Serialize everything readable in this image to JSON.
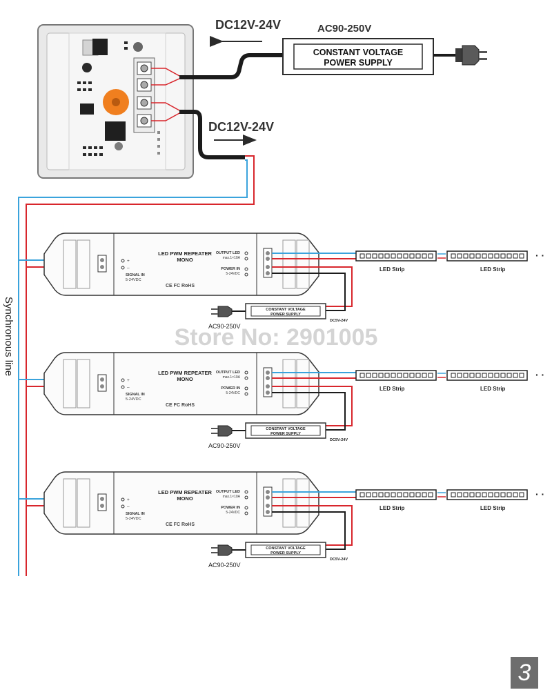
{
  "top": {
    "dc_label_top": "DC12V-24V",
    "ac_label": "AC90-250V",
    "dc_label_bottom": "DC12V-24V",
    "power_supply_line1": "CONSTANT VOLTAGE",
    "power_supply_line2": "POWER SUPPLY"
  },
  "side_label": "Synchronous line",
  "watermark": "Store No: 2901005",
  "page_number": "3",
  "repeater": {
    "title_line1": "LED PWM REPEATER",
    "title_line2": "MONO",
    "output_label": "OUTPUT LED",
    "output_rating": "max.1×10A",
    "power_in_label": "POWER IN",
    "power_in_range": "5-24VDC",
    "signal_label": "SIGNAL IN",
    "signal_range": "5-24VDC",
    "certs": "CE FC RoHS",
    "plus": "+",
    "minus": "–"
  },
  "psu_small": {
    "line1": "CONSTANT VOLTAGE",
    "line2": "POWER SUPPLY",
    "dc_label": "DC5V-24V",
    "ac_label": "AC90-250V"
  },
  "strip_label": "LED Strip",
  "ellipsis": "· ·",
  "colors": {
    "wire_blue": "#3aa3dc",
    "wire_red": "#d8262c",
    "wire_black": "#1b1b1b",
    "dial_orange": "#f07f1f",
    "badge_gray": "#6d6d6d",
    "watermark": "#d4d4d4"
  }
}
